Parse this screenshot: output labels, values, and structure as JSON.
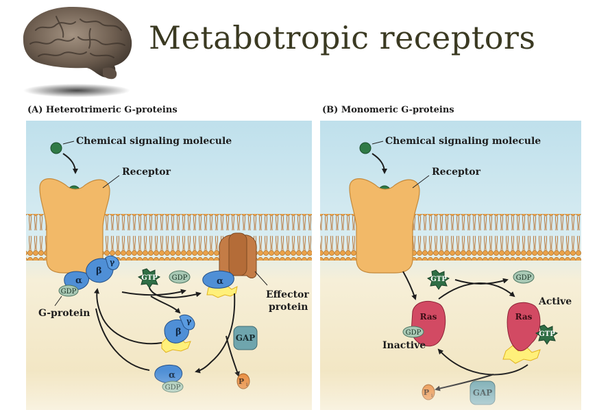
{
  "slide": {
    "title": "Metabotropic receptors"
  },
  "panel_a": {
    "label": "(A)  Heterotrimeric G-proteins",
    "signal_label": "Chemical signaling molecule",
    "receptor_label": "Receptor",
    "gprotein_label": "G-protein",
    "effector_label_1": "Effector",
    "effector_label_2": "protein",
    "alpha": "α",
    "beta": "β",
    "gamma": "γ",
    "gdp": "GDP",
    "gtp": "GTP",
    "gap": "GAP",
    "pi": "P"
  },
  "panel_b": {
    "label": "(B)  Monomeric G-proteins",
    "signal_label": "Chemical signaling molecule",
    "receptor_label": "Receptor",
    "ras": "Ras",
    "active_label": "Active",
    "inactive_label": "Inactive",
    "gdp": "GDP",
    "gtp": "GTP",
    "gap": "GAP",
    "pi": "P"
  },
  "colors": {
    "title": "#3b3a22",
    "panel_top": "#bfe0ec",
    "panel_bottom": "#f3e7c4",
    "receptor": "#f2b968",
    "membrane_head": "#e8a64e",
    "g_protein": "#4f8fd6",
    "ras": "#d24a63",
    "gtp": "#2f6e45",
    "gdp": "#a9c9b5",
    "gap": "#6fa5ad",
    "pi": "#e88a3a",
    "effector": "#c47c46"
  }
}
